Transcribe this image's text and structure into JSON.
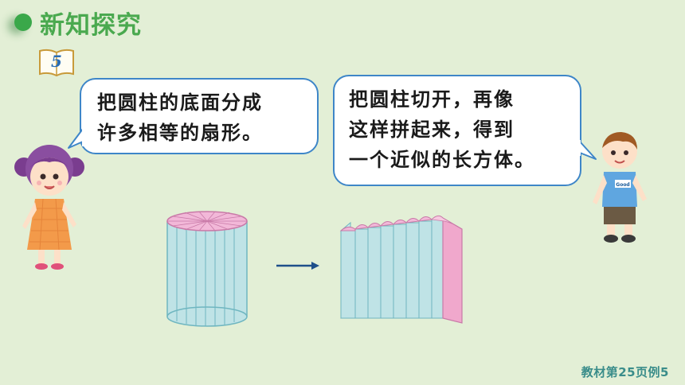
{
  "header": {
    "title": "新知探究"
  },
  "example": {
    "number": "5"
  },
  "bubble_left": {
    "lines": [
      "把圆柱的底面分成",
      "许多相等的扇形。"
    ]
  },
  "bubble_right": {
    "lines": [
      "把圆柱切开，再像",
      "这样拼起来，得到",
      "一个近似的长方体。"
    ]
  },
  "boy": {
    "shirt_text": "Good"
  },
  "footer": {
    "reference": "教材第25页例5"
  },
  "colors": {
    "header_green": "#4aa94f",
    "bubble_border": "#3e86c8",
    "cylinder_side": "#bfe3e6",
    "cylinder_top": "#f2b8d8",
    "footer_teal": "#3a8d8a"
  }
}
